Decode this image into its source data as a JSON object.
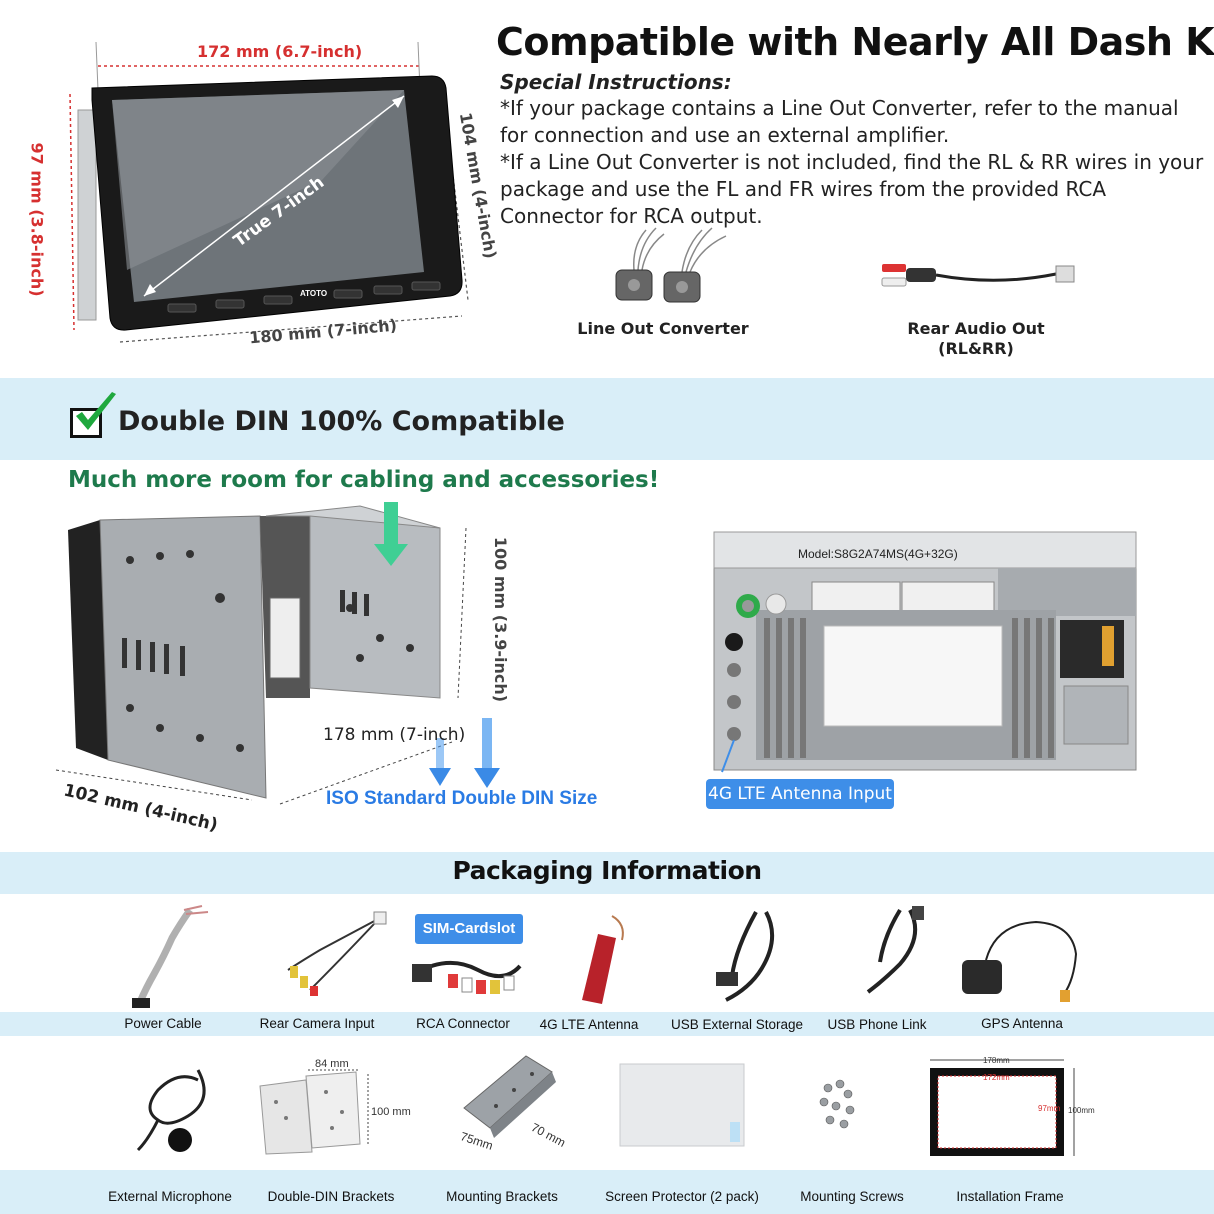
{
  "header": {
    "title": "Compatible with Nearly All Dash Kits",
    "special_heading": "Special Instructions:",
    "instruction_1": "*If your package contains a Line Out Converter, refer to the manual for connection and use an external amplifier.",
    "instruction_2": "*If a Line Out Converter is not included, find the RL & RR wires in your package and use the FL and FR wires from the provided RCA Connector for RCA output."
  },
  "unit": {
    "width_top": "172 mm (6.7-inch)",
    "height_right": "104 mm (4-inch)",
    "height_left": "97 mm (3.8-inch)",
    "width_bottom": "180 mm (7-inch)",
    "screen_label": "True 7-inch",
    "brand": "ATOTO"
  },
  "accessories": {
    "line_out": "Line Out Converter",
    "rear_audio_1": "Rear Audio Out",
    "rear_audio_2": "(RL&RR)"
  },
  "double_din": {
    "title": "Double DIN 100% Compatible",
    "subtitle": "Much more room for cabling and accessories!",
    "height_dim": "100 mm (3.9-inch)",
    "width_dim": "178 mm (7-inch)",
    "depth_dim": "102 mm (4-inch)",
    "iso_label": "ISO Standard Double DIN Size",
    "model_label": "Model:S8G2A74MS(4G+32G)",
    "lte_label": "4G LTE Antenna Input"
  },
  "packaging": {
    "title": "Packaging Information",
    "sim_badge": "SIM-Cardslot",
    "row1": [
      "Power Cable",
      "Rear Camera Input",
      "RCA Connector",
      "4G LTE Antenna",
      "USB External Storage",
      "USB Phone Link",
      "GPS Antenna"
    ],
    "row2": [
      "External Microphone",
      "Double-DIN Brackets",
      "Mounting Brackets",
      "Screen Protector (2 pack)",
      "Mounting Screws",
      "Installation Frame"
    ],
    "bracket_w": "84 mm",
    "bracket_h": "100 mm",
    "mount_a": "75mm",
    "mount_b": "70 mm",
    "frame_outer": "178mm",
    "frame_inner": "172mm",
    "frame_h_inner": "97mm",
    "frame_h_outer": "100mm"
  },
  "colors": {
    "band": "#d9eef8",
    "accent_blue": "#3e8ee8",
    "green": "#1e7a4c",
    "dim_red": "#d63030"
  }
}
